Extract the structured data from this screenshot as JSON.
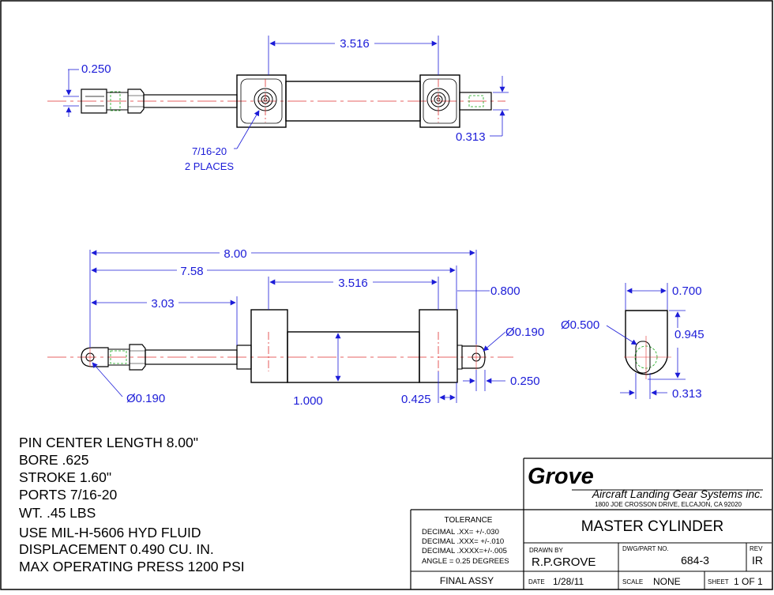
{
  "colors": {
    "dimension": "#1c1cd8",
    "centerline": "#e03030",
    "hidden": "#1aa81a",
    "outline": "#000000"
  },
  "top_view": {
    "dim_port_spacing": "3.516",
    "dim_clevis_slot": "0.250",
    "dim_rod_end": "0.313",
    "port_callout_line1": "7/16-20",
    "port_callout_line2": "2 PLACES"
  },
  "side_view": {
    "dim_overall": "8.00",
    "dim_port_to_pin": "7.58",
    "dim_port_spacing": "3.516",
    "dim_clevis_to_body": "3.03",
    "dim_end_length": "0.800",
    "dim_rod_hole": "Ø0.190",
    "dim_clevis_hole": "Ø0.190",
    "dim_body_height": "1.000",
    "dim_end_offset": "0.425",
    "dim_rod_tip": "0.250"
  },
  "end_view": {
    "dim_width": "0.700",
    "dim_radius": "Ø0.500",
    "dim_height": "0.945",
    "dim_slot": "0.313"
  },
  "notes": [
    "PIN CENTER LENGTH 8.00\"",
    "BORE .625",
    "STROKE 1.60\"",
    "PORTS  7/16-20",
    "WT.  .45 LBS",
    "USE MIL-H-5606 HYD FLUID",
    "DISPLACEMENT 0.490 CU. IN.",
    "MAX OPERATING PRESS 1200 PSI"
  ],
  "title_block": {
    "company_logo": "Grove",
    "company_name": "Aircraft Landing Gear Systems inc.",
    "company_address": "1800 JOE CROSSON DRIVE, ELCAJON, CA 92020",
    "tolerance_header": "TOLERANCE",
    "tolerance_lines": [
      "DECIMAL  .XX=  +/-.030",
      "DECIMAL  .XXX= +/-.010",
      "DECIMAL  .XXXX=+/-.005",
      "ANGLE = 0.25 DEGREES"
    ],
    "assembly_label": "FINAL ASSY",
    "title": "MASTER CYLINDER",
    "drawn_by_label": "DRAWN  BY",
    "drawn_by": "R.P.GROVE",
    "part_no_label": "DWG/PART  NO.",
    "part_no": "684-3",
    "rev_label": "REV",
    "rev": "IR",
    "date_label": "DATE",
    "date": "1/28/11",
    "scale_label": "SCALE",
    "scale": "NONE",
    "sheet_label": "SHEET",
    "sheet": "1 OF 1"
  }
}
